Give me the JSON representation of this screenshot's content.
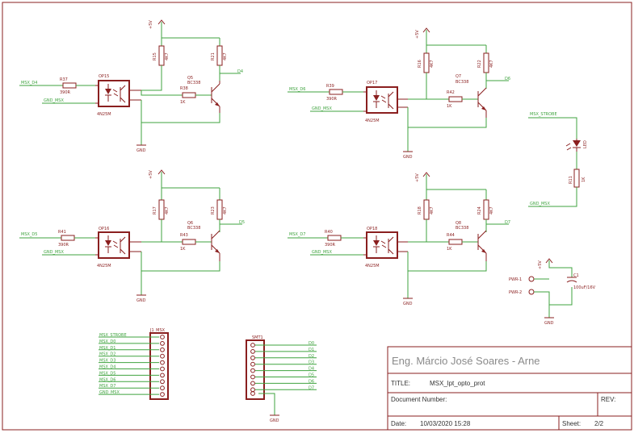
{
  "supply": "+5V",
  "ground": "GND",
  "part_values": {
    "opto": "4N25M",
    "transistor": "BC338",
    "r_in": "390R",
    "r_base": "1K",
    "r_pull": "4K7",
    "r_led": "1K"
  },
  "channels": [
    {
      "id": "ch1",
      "opto": "OP15",
      "transistor": "Q5",
      "r_in": "R37",
      "r_base": "R38",
      "r_pull_a": "R15",
      "r_pull_b": "R21",
      "in_net": "MSX_D4",
      "gnd_net": "GND_MSX",
      "out_net": "D4"
    },
    {
      "id": "ch2",
      "opto": "OP17",
      "transistor": "Q7",
      "r_in": "R39",
      "r_base": "R42",
      "r_pull_a": "R16",
      "r_pull_b": "R22",
      "in_net": "MSX_D6",
      "gnd_net": "GND_MSX",
      "out_net": "D6"
    },
    {
      "id": "ch3",
      "opto": "OP16",
      "transistor": "Q6",
      "r_in": "R41",
      "r_base": "R43",
      "r_pull_a": "R17",
      "r_pull_b": "R23",
      "in_net": "MSX_D5",
      "gnd_net": "GND_MSX",
      "out_net": "D5"
    },
    {
      "id": "ch4",
      "opto": "OP18",
      "transistor": "Q8",
      "r_in": "R40",
      "r_base": "R44",
      "r_pull_a": "R18",
      "r_pull_b": "R24",
      "in_net": "MSX_D7",
      "gnd_net": "GND_MSX",
      "out_net": "D7"
    }
  ],
  "led_circuit": {
    "net_top": "MSX_STROBE",
    "led": "LED",
    "resistor": "R11",
    "resistor_value": "1K",
    "net_bottom": "GND_MSX"
  },
  "power_circuit": {
    "pin1": "PWR-1",
    "pin2": "PWR-2",
    "cap": "C1",
    "cap_value": "100uF/16V"
  },
  "connector_left": {
    "name": "J1_MSX",
    "pins": [
      "MSX_STROBE",
      "MSX_D0",
      "MSX_D1",
      "MSX_D2",
      "MSX_D3",
      "MSX_D4",
      "MSX_D5",
      "MSX_D6",
      "MSX_D7",
      "GND_MSX"
    ]
  },
  "connector_right": {
    "name": "SMT1",
    "pins": [
      "D0",
      "D1",
      "D2",
      "D3",
      "D4",
      "D5",
      "D6",
      "D7"
    ],
    "gnd": "GND"
  },
  "titleblock": {
    "company": "Eng. Márcio José Soares - Arne",
    "title_label": "TITLE:",
    "title": "MSX_lpt_opto_prot",
    "docnum_label": "Document Number:",
    "rev_label": "REV:",
    "date_label": "Date:",
    "date": "10/03/2020 15:28",
    "sheet_label": "Sheet:",
    "sheet": "2/2"
  }
}
